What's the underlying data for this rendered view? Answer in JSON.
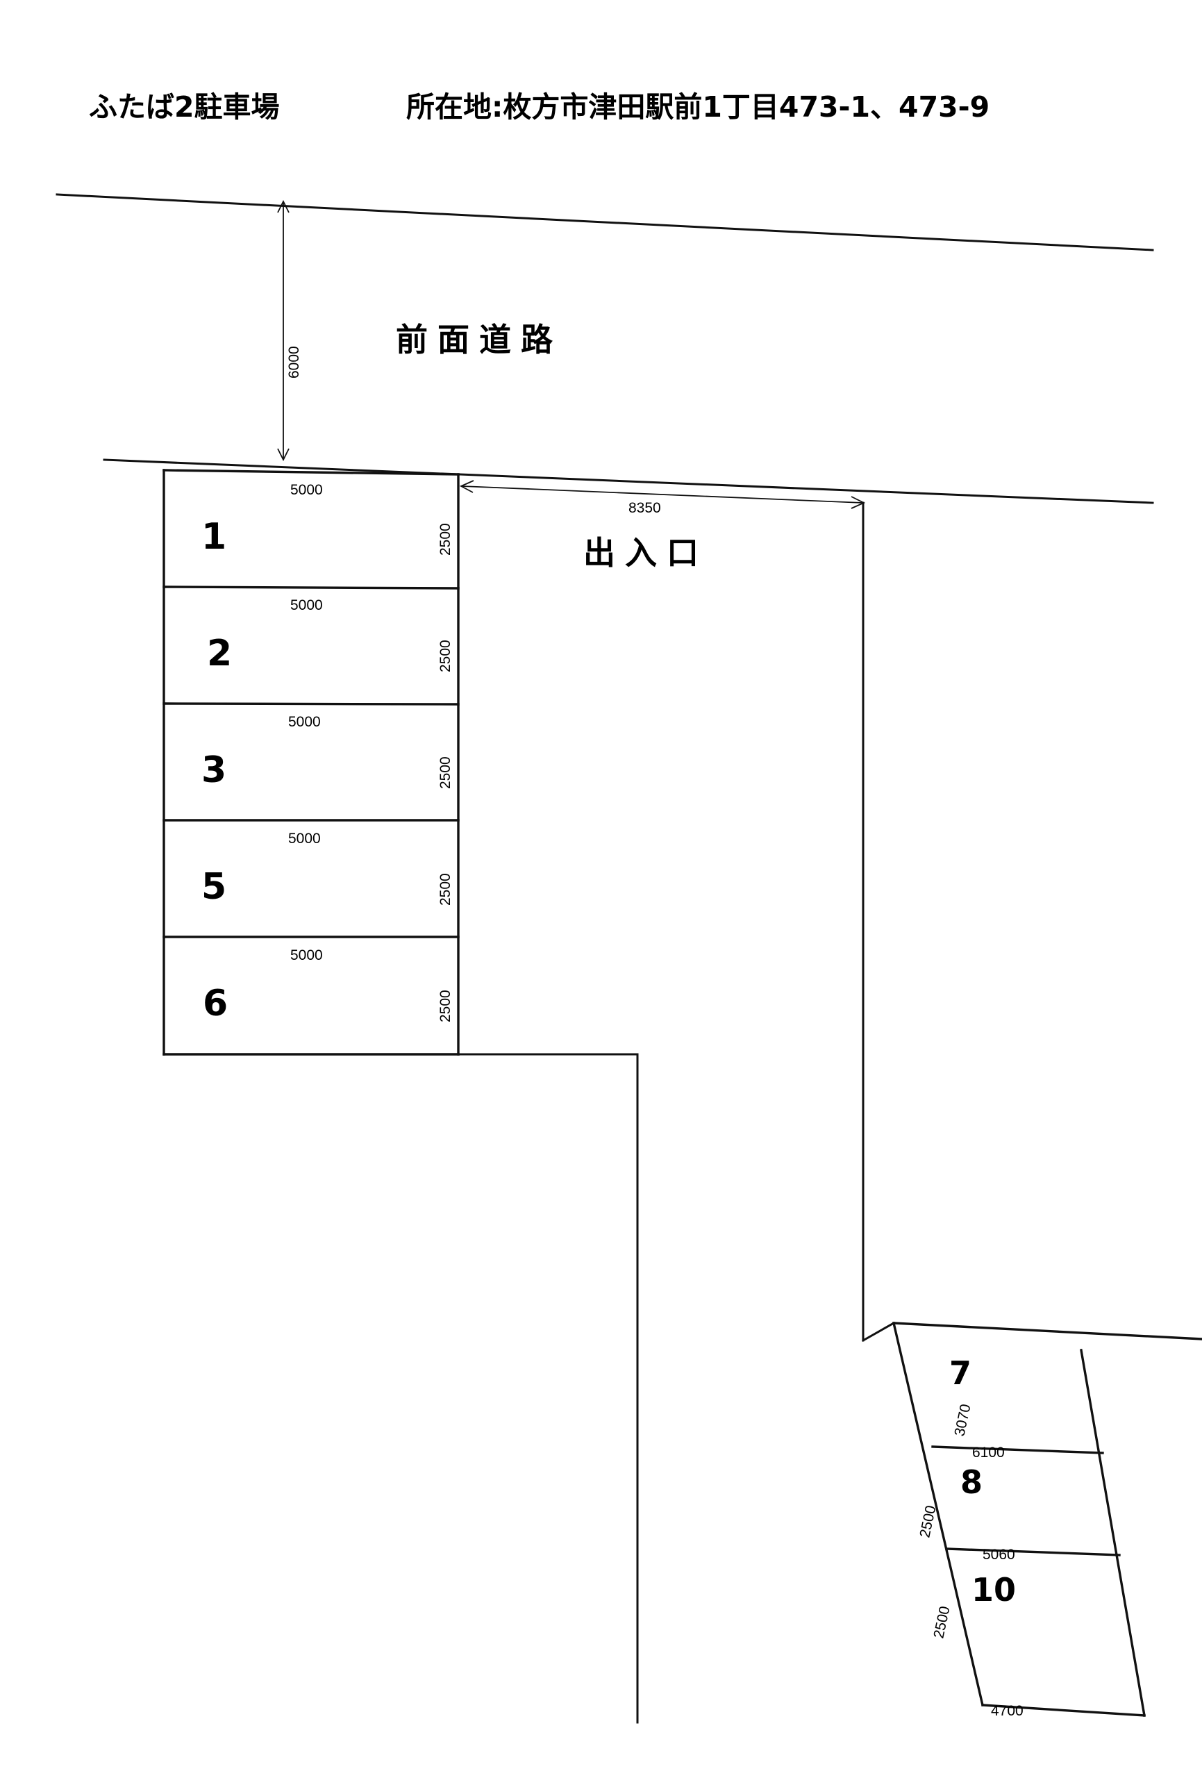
{
  "document": {
    "title_name": "ふたば2駐車場",
    "address_label": "所在地:枚方市津田駅前1丁目473-1、473-9",
    "background_color": "#ffffff",
    "line_color": "#111111"
  },
  "labels": {
    "front_road": "前面道路",
    "entrance_exit": "出入口"
  },
  "dimensions": {
    "road_setback": "6000",
    "entrance_width": "8350",
    "stall_width_left": "5000",
    "stall_depth_left": "2500",
    "stall7_depth": "3070",
    "stall8_depth": "2500",
    "stall10_depth": "2500",
    "stall7_width": "6100",
    "stall8_width": "5060",
    "stall10_width": "4700"
  },
  "stalls_left": [
    {
      "number": "1",
      "width": "5000",
      "depth": "2500"
    },
    {
      "number": "2",
      "width": "5000",
      "depth": "2500"
    },
    {
      "number": "3",
      "width": "5000",
      "depth": "2500"
    },
    {
      "number": "5",
      "width": "5000",
      "depth": "2500"
    },
    {
      "number": "6",
      "width": "5000",
      "depth": "2500"
    }
  ],
  "stalls_right": [
    {
      "number": "7",
      "width": "6100",
      "depth": "3070"
    },
    {
      "number": "8",
      "width": "5060",
      "depth": "2500"
    },
    {
      "number": "10",
      "width": "4700",
      "depth": "2500"
    }
  ]
}
